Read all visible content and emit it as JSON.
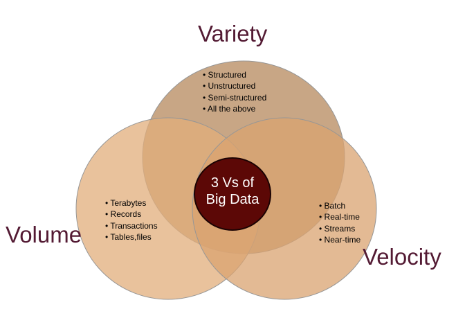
{
  "slide": {
    "background": "#FFFFFF"
  },
  "center": {
    "line1": "3 Vs of",
    "line2": "Big Data",
    "fill": "#5C0806",
    "stroke": "#1C0303",
    "text_color": "#FFFFFF"
  },
  "circles": {
    "variety": {
      "label": "Variety",
      "fill": "#B5885C",
      "items": [
        "Structured",
        "Unstructured",
        "Semi-structured",
        "All the above"
      ]
    },
    "volume": {
      "label": "Volume",
      "fill": "#E2AD7B",
      "items": [
        "Terabytes",
        "Records",
        "Transactions",
        "Tables,files"
      ]
    },
    "velocity": {
      "label": "Velocity",
      "fill": "#D9A370",
      "items": [
        "Batch",
        "Real-time",
        "Streams",
        "Near-time"
      ]
    }
  },
  "style_colors": {
    "title_text": "#531A33",
    "bullet_text": "#000000",
    "circle_stroke": "#969696"
  }
}
